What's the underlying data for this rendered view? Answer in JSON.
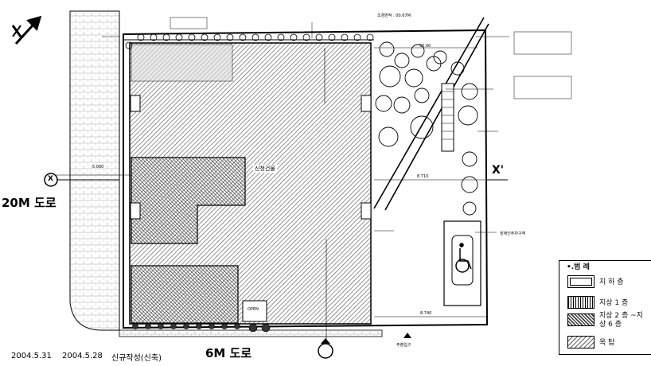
{
  "roads": {
    "west": "20M 도로",
    "south": "6M 도로"
  },
  "dates": {
    "d1": "2004.5.31",
    "d2": "2004.5.28",
    "note": "신규작성(신축)"
  },
  "markers": {
    "x_left": "X",
    "x_right": "X'",
    "north_arrow": "N"
  },
  "labels": {
    "building": "신청건물",
    "entrance": "주출입구",
    "open": "OPEN",
    "dim_north": "50.00",
    "dim_mid": "8.710",
    "dim_south": "8.740",
    "dim_left": "5.000",
    "area_note": "조경면적 : 00.67M",
    "park_note": "장애인주차구역"
  },
  "legend": {
    "title": "•.범 례",
    "items": [
      "지 하 층",
      "지상 1 층",
      "지상 2 층 ~지상 6 층",
      "옥 탑"
    ]
  },
  "colors": {
    "line": "#000000",
    "hatch": "#6b6b6b",
    "paper": "#ffffff"
  }
}
